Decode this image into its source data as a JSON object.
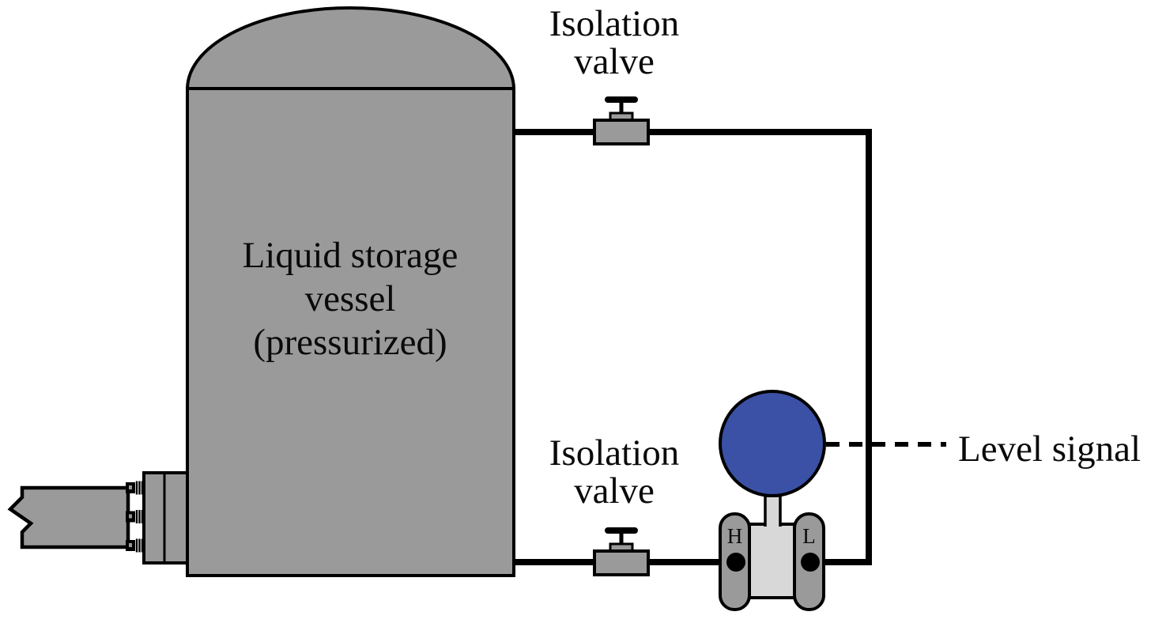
{
  "colors": {
    "equipment_gray": "#9a9a9a",
    "transmitter_light_gray": "#d8d8d8",
    "signal_head_blue": "#3b51a5",
    "line_black": "#000000",
    "background": "#ffffff"
  },
  "vessel": {
    "label_lines": [
      "Liquid storage",
      "vessel",
      "(pressurized)"
    ]
  },
  "isolation_valve_top": {
    "label_line1": "Isolation",
    "label_line2": "valve"
  },
  "isolation_valve_bottom": {
    "label_line1": "Isolation",
    "label_line2": "valve"
  },
  "transmitter": {
    "high_port_label": "H",
    "low_port_label": "L"
  },
  "level_signal": {
    "label": "Level signal"
  }
}
